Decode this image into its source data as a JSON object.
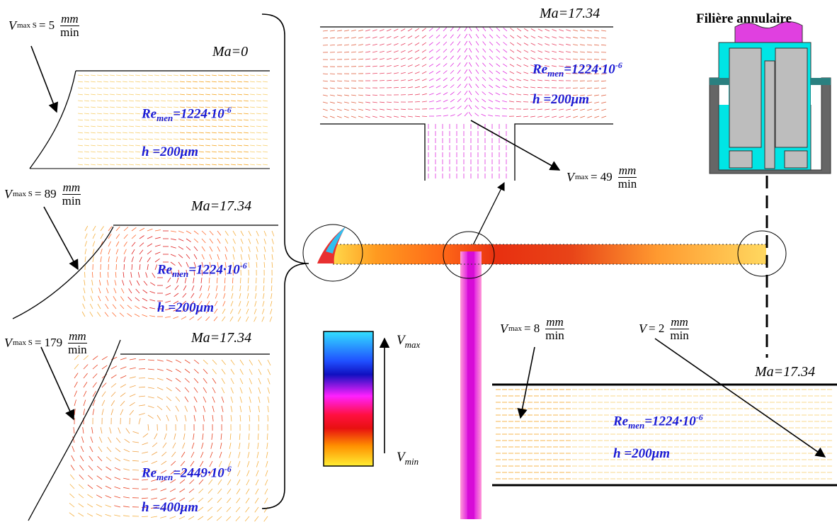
{
  "title": "Filière annulaire",
  "panels": {
    "p1": {
      "ma": "Ma=0",
      "re_base": "Re",
      "re_sub": "men",
      "re_val": "=1224·10",
      "re_exp": "-6",
      "h": "h =200μm",
      "v_name": "V",
      "v_sub": "max S",
      "v_eq": "= 5",
      "v_num": "mm",
      "v_den": "min"
    },
    "p2": {
      "ma": "Ma=17.34",
      "re_base": "Re",
      "re_sub": "men",
      "re_val": "=1224·10",
      "re_exp": "-6",
      "h": "h =200μm",
      "v_name": "V",
      "v_sub": "max S",
      "v_eq": "= 89",
      "v_num": "mm",
      "v_den": "min"
    },
    "p3": {
      "ma": "Ma=17.34",
      "re_base": "Re",
      "re_sub": "men",
      "re_val": "=2449·10",
      "re_exp": "-6",
      "h": "h =400μm",
      "v_name": "V",
      "v_sub": "max S",
      "v_eq": "= 179",
      "v_num": "mm",
      "v_den": "min"
    },
    "top": {
      "ma": "Ma=17.34",
      "re_base": "Re",
      "re_sub": "men",
      "re_val": "=1224·10",
      "re_exp": "-6",
      "h": "h =200μm",
      "v_name": "V",
      "v_sub": "max",
      "v_eq": "= 49",
      "v_num": "mm",
      "v_den": "min"
    },
    "br": {
      "ma": "Ma=17.34",
      "re_base": "Re",
      "re_sub": "men",
      "re_val": "=1224·10",
      "re_exp": "-6",
      "h": "h =200μm",
      "v1_name": "V",
      "v1_sub": "max",
      "v1_eq": "= 8",
      "v1_num": "mm",
      "v1_den": "min",
      "v2_name": "V",
      "v2_eq": "= 2",
      "v2_num": "mm",
      "v2_den": "min"
    }
  },
  "legend": {
    "vmax": "V",
    "vmax_sub": "max",
    "vmin": "V",
    "vmin_sub": "min"
  },
  "colors": {
    "label_blue": "#1a1ad4",
    "die_cyan": "#00e5e5",
    "die_magenta": "#e040e0",
    "die_gray": "#bdbdbd",
    "die_teal": "#2a8080"
  }
}
